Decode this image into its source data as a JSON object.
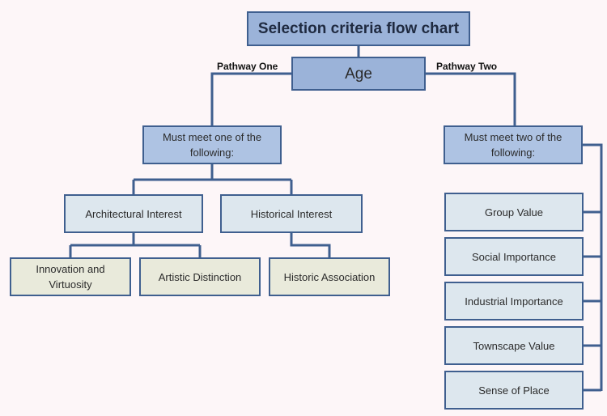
{
  "title": "Selection criteria flow chart",
  "root": "Age",
  "pathway_one": {
    "label": "Pathway One",
    "requirement": "Must meet one of the following:",
    "criteria": [
      {
        "label": "Architectural Interest",
        "subcriteria": [
          "Innovation and Virtuosity",
          "Artistic Distinction"
        ]
      },
      {
        "label": "Historical Interest",
        "subcriteria": [
          "Historic Association"
        ]
      }
    ]
  },
  "pathway_two": {
    "label": "Pathway Two",
    "requirement": "Must meet two of the following:",
    "criteria": [
      "Group Value",
      "Social Importance",
      "Industrial Importance",
      "Townscape Value",
      "Sense of Place"
    ]
  },
  "colors": {
    "line": "#3f5f8f",
    "dark_fill": "#9bb3d9",
    "light_fill": "#dde7ee",
    "beige_fill": "#e9eadb",
    "background": "#fdf6f8"
  }
}
